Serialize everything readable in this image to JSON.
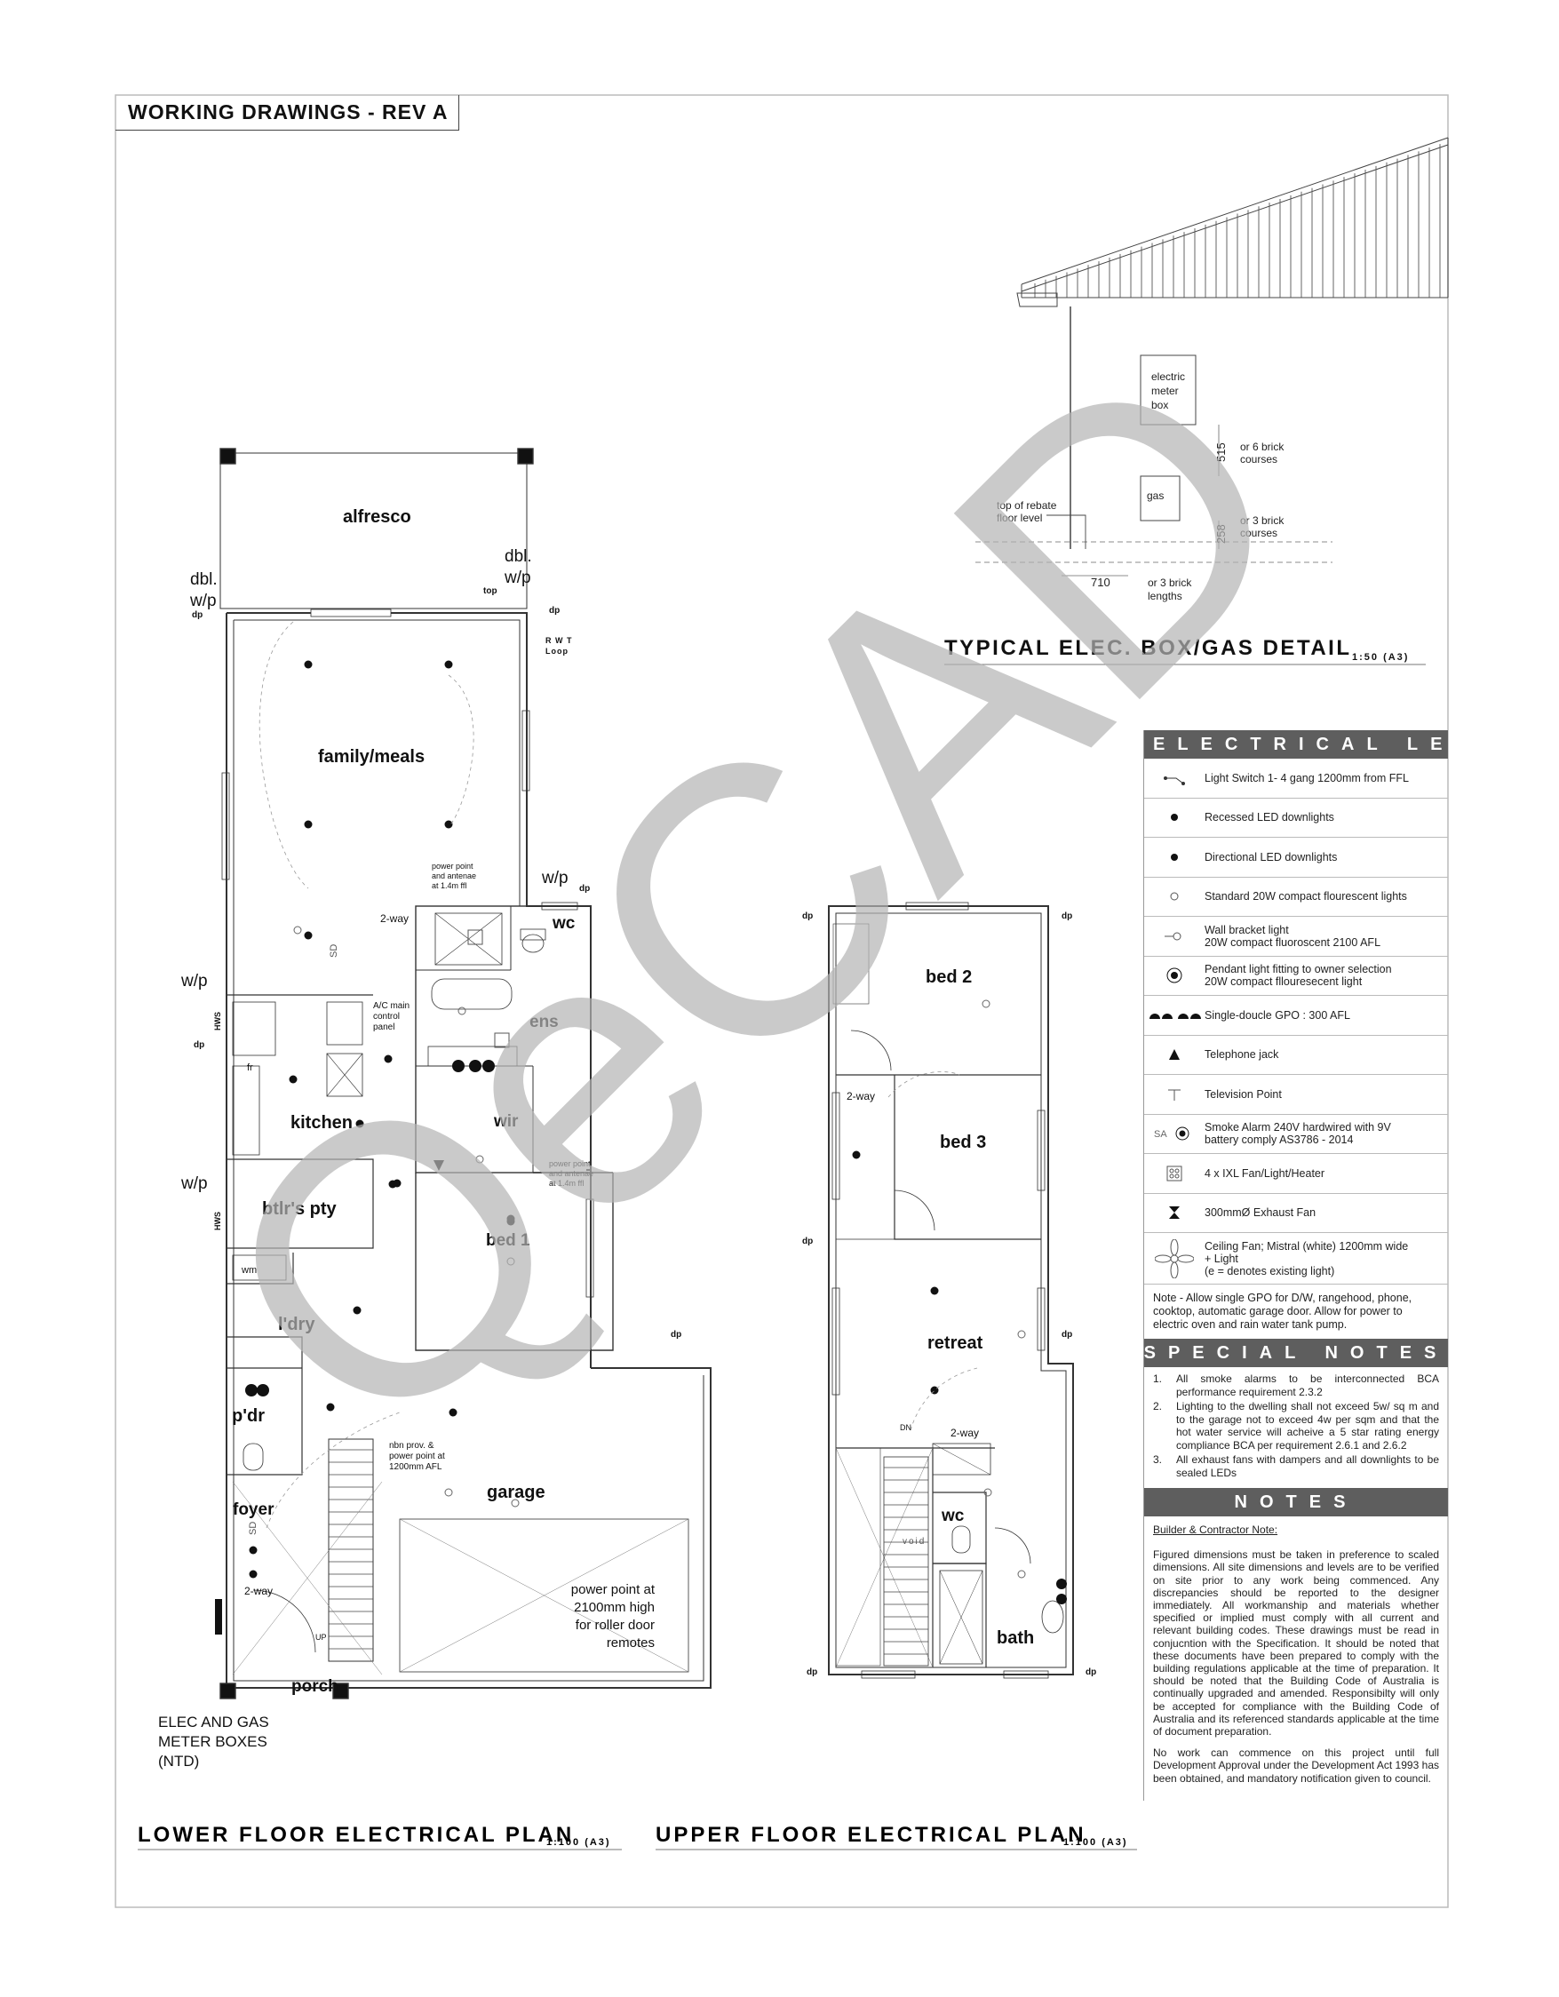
{
  "header": {
    "revision_title": "WORKING DRAWINGS - REV A"
  },
  "watermark": {
    "text": "QeCAD",
    "color": "#b5b5b5"
  },
  "detail": {
    "title": "TYPICAL ELEC. BOX/GAS DETAIL",
    "scale": "1:50 (A3)",
    "meter_box_label": [
      "electric",
      "meter",
      "box"
    ],
    "gas_label": "gas",
    "dim_515": "515",
    "dim_515_note": [
      "or 6 brick",
      "courses"
    ],
    "dim_258": "258",
    "dim_258_note": [
      "or 3 brick",
      "courses"
    ],
    "floor_label": [
      "top of rebate",
      "floor level"
    ],
    "dim_710": "710",
    "dim_710_note": [
      "or 3 brick",
      "lengths"
    ]
  },
  "legend": {
    "electrical_title": "ELECTRICAL LEGEND",
    "items": [
      {
        "icon": "light-switch-icon",
        "text": [
          "Light Switch 1- 4 gang 1200mm from FFL"
        ]
      },
      {
        "icon": "recessed-led-icon",
        "text": [
          "Recessed LED downlights"
        ]
      },
      {
        "icon": "directional-led-icon",
        "text": [
          "Directional LED downlights"
        ]
      },
      {
        "icon": "fluorescent-light-icon",
        "text": [
          "Standard 20W compact flourescent lights"
        ]
      },
      {
        "icon": "wall-bracket-light-icon",
        "text": [
          "Wall bracket light",
          "20W compact fluoroscent 2100 AFL"
        ]
      },
      {
        "icon": "pendant-light-icon",
        "text": [
          "Pendant light fitting to owner selection",
          "20W compact fllouresecent light"
        ]
      },
      {
        "icon": "gpo-icon",
        "text": [
          "Single-doucle GPO : 300 AFL"
        ]
      },
      {
        "icon": "telephone-jack-icon",
        "text": [
          "Telephone jack"
        ]
      },
      {
        "icon": "television-point-icon",
        "text": [
          "Television Point"
        ]
      },
      {
        "icon": "smoke-alarm-icon",
        "text": [
          "Smoke Alarm 240V hardwired with 9V",
          "battery comply AS3786 - 2014"
        ]
      },
      {
        "icon": "fan-light-heater-icon",
        "text": [
          "4 x IXL Fan/Light/Heater"
        ]
      },
      {
        "icon": "exhaust-fan-icon",
        "text": [
          "300mmØ Exhaust Fan"
        ]
      },
      {
        "icon": "ceiling-fan-icon",
        "text": [
          "Ceiling Fan; Mistral (white) 1200mm wide",
          "+ Light",
          "(e = denotes existing light)"
        ]
      }
    ],
    "smoke_prefix": "sa",
    "note": "Note - Allow single GPO for D/W, rangehood, phone, cooktop, automatic garage door. Allow for power to electric oven and rain water tank pump.",
    "special_title": "SPECIAL NOTES",
    "special": [
      {
        "num": "1.",
        "text": "All smoke alarms to be interconnected BCA performance requirement 2.3.2"
      },
      {
        "num": "2.",
        "text": "Lighting to the dwelling shall not exceed 5w/ sq m and to the garage not to exceed 4w per sqm and that the hot water service will acheive a 5 star rating energy compliance BCA per requirement 2.6.1 and 2.6.2"
      },
      {
        "num": "3.",
        "text": "All exhaust fans with dampers and all downlights to be sealed LEDs"
      }
    ],
    "notes_title": "NOTES",
    "notes_heading": "Builder & Contractor Note:",
    "notes_p1": "Figured dimensions must be taken in preference to scaled dimensions. All site dimensions and levels are to be verified on site prior to any work being commenced. Any discrepancies should be reported to the designer immediately. All workmanship and materials whether specified or implied must comply with all current and relevant building codes. These drawings must be read in conjucntion with the Specification. It should be noted that these documents have been prepared to comply with the building regulations applicable at the time of preparation. It should be noted that the Building Code of Australia is continually upgraded and amended. Responsibilty will only be accepted for compliance with the Building Code of Australia and its referenced standards applicable at the time of document preparation.",
    "notes_p2": "No work can commence on this project until full Development Approval under the Development Act 1993 has been obtained, and mandatory notification given to council."
  },
  "lower_plan": {
    "title": "LOWER FLOOR ELECTRICAL PLAN",
    "scale": "1:100 (A3)",
    "rooms": {
      "alfresco": "alfresco",
      "family": "family/meals",
      "wc": "wc",
      "ens": "ens",
      "kitchen": "kitchen",
      "wir": "wir",
      "btlr": "btlr's pty",
      "bed1": "bed 1",
      "ldry": "l'dry",
      "pdr": "p'dr",
      "garage": "garage",
      "foyer": "foyer",
      "porch": "porch"
    },
    "labels": {
      "dbl_wp": [
        "dbl.",
        "w/p"
      ],
      "wp": "w/p",
      "dp": "dp",
      "top": "top",
      "rwt": [
        "R W T",
        "Loop"
      ],
      "power_antenae": [
        "power point",
        "and antenae",
        "at 1.4m ffl"
      ],
      "two_way": "2-way",
      "sd": "SD",
      "ac_panel": [
        "A/C main",
        "control",
        "panel"
      ],
      "hws": "HWS",
      "fr": "fr",
      "wm": "wm",
      "up": "UP",
      "nbn": [
        "nbn prov. &",
        "power point at",
        "1200mm AFL"
      ],
      "roller": [
        "power point at",
        "2100mm high",
        "for roller door",
        "remotes"
      ],
      "meters": [
        "ELEC AND GAS",
        "METER BOXES",
        "(NTD)"
      ]
    }
  },
  "upper_plan": {
    "title": "UPPER FLOOR ELECTRICAL PLAN",
    "scale": "1:100 (A3)",
    "rooms": {
      "bed2": "bed 2",
      "bed3": "bed 3",
      "retreat": "retreat",
      "wc": "wc",
      "bath": "bath"
    },
    "labels": {
      "dp": "dp",
      "two_way": "2-way",
      "dn": "DN",
      "void": "void"
    }
  }
}
